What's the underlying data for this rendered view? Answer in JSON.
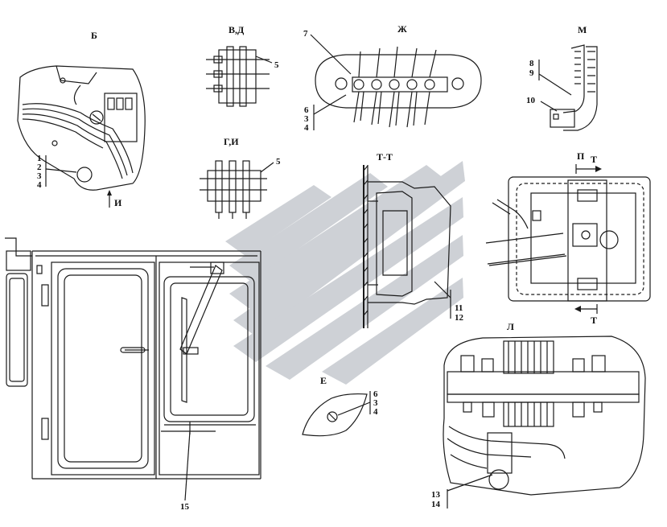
{
  "views": {
    "b": "Б",
    "vd": "В,Д",
    "zh": "Ж",
    "m": "М",
    "gi": "Г,И",
    "tt": "Т-Т",
    "p": "П",
    "t_top": "Т",
    "t_bottom": "Т",
    "e": "Е",
    "l": "Л",
    "arrow_i": "И"
  },
  "callouts": {
    "b_1": "1",
    "b_2": "2",
    "b_3": "3",
    "b_4": "4",
    "vd_5": "5",
    "gi_5": "5",
    "zh_7": "7",
    "zh_6": "6",
    "zh_3": "3",
    "zh_4": "4",
    "m_8": "8",
    "m_9": "9",
    "m_10": "10",
    "tt_11": "11",
    "tt_12": "12",
    "e_6": "6",
    "e_3": "3",
    "e_4": "4",
    "l_13": "13",
    "l_14": "14",
    "cab_15": "15"
  },
  "colors": {
    "line": "#1a1a1a",
    "watermark": "#c9cdd2",
    "background": "#ffffff"
  }
}
